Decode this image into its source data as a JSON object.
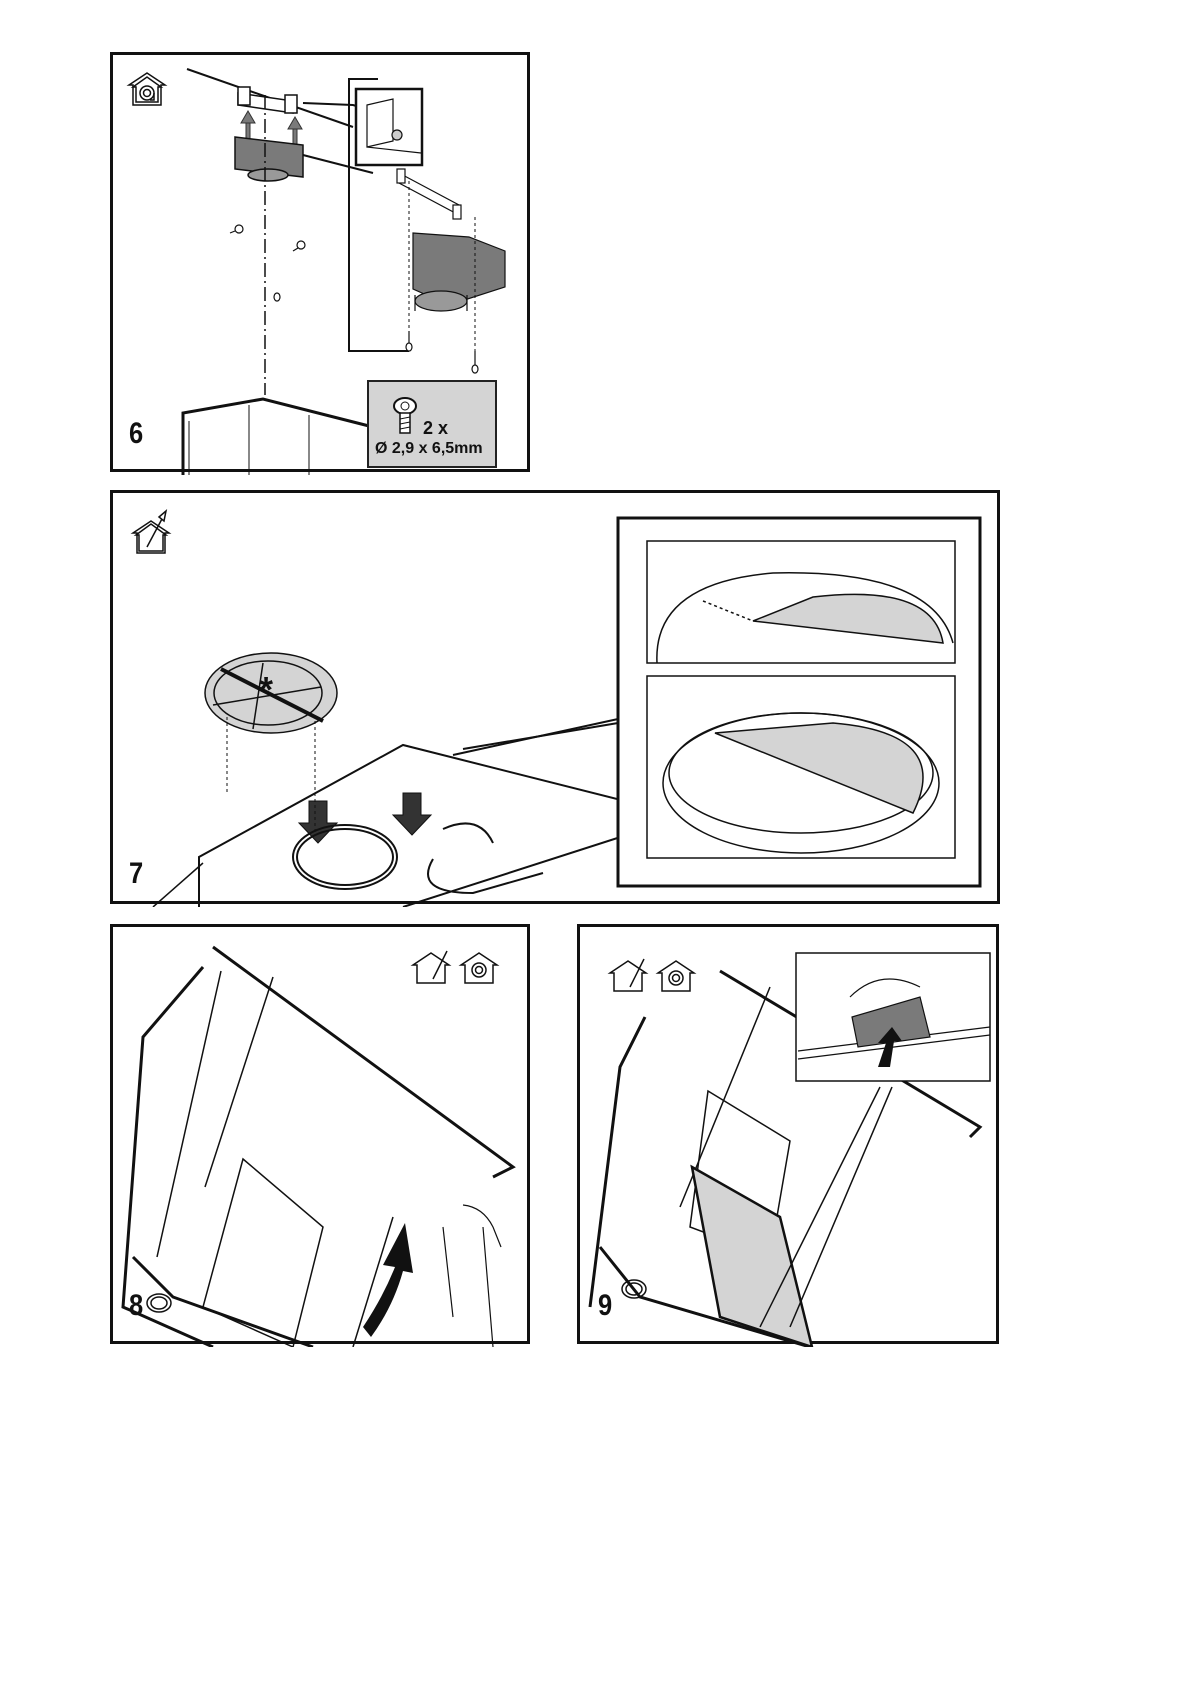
{
  "steps": [
    {
      "number": "6",
      "mode_icons": [
        "recirculation-mode-icon"
      ],
      "screw_spec": {
        "quantity": "2 x",
        "size": "Ø 2,9 x 6,5mm"
      }
    },
    {
      "number": "7",
      "mode_icons": [
        "extraction-mode-icon"
      ],
      "footnote_mark": "*"
    },
    {
      "number": "8",
      "mode_icons": [
        "extraction-mode-icon",
        "recirculation-mode-icon"
      ]
    },
    {
      "number": "9",
      "mode_icons": [
        "extraction-mode-icon",
        "recirculation-mode-icon"
      ]
    }
  ],
  "colors": {
    "line": "#111111",
    "fill_gray": "#d4d4d4",
    "part_gray": "#7a7a7a"
  }
}
